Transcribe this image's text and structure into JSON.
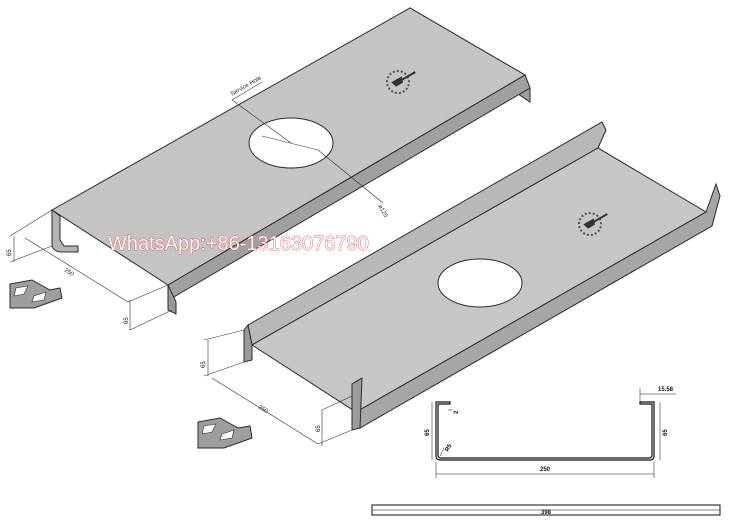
{
  "watermark": "WhatsApp:+86-13163076790",
  "top_part": {
    "hole_label": "Service Hole",
    "diameter_label": "ø125",
    "width_label": "250",
    "flange_label_left": "65",
    "flange_label_right": "65"
  },
  "bottom_part": {
    "width_label": "250",
    "flange_label_left": "65",
    "flange_label_right": "65"
  },
  "section_view": {
    "lip_label": "15.58",
    "thickness_label": "2",
    "height_label_left": "65",
    "height_label_right": "65",
    "radius_label": "R5",
    "width_label": "250"
  },
  "flat_blank": {
    "length_label": "398"
  },
  "colors": {
    "steel_light": "#c4c4c4",
    "steel_mid": "#a9a9a9",
    "steel_dark": "#8a8a8a",
    "outline": "#2b2b2b",
    "watermark": "#e03b3b"
  },
  "icons": [
    "view-orientation-icon",
    "manufacturer-logo-icon"
  ]
}
